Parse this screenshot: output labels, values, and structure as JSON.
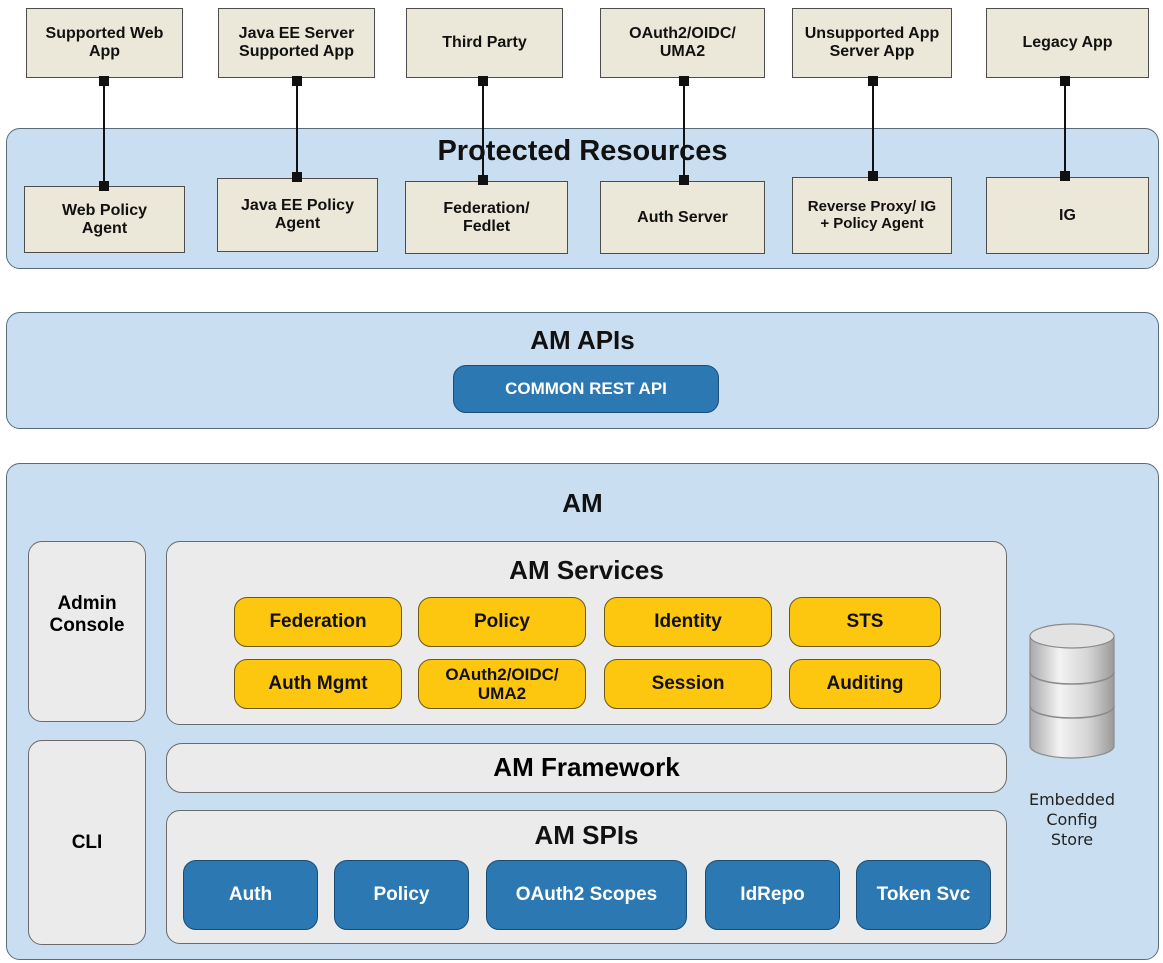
{
  "top_apps": [
    "Supported Web App",
    "Java EE Server Supported App",
    "Third Party",
    "OAuth2/OIDC/ UMA2",
    "Unsupported App Server App",
    "Legacy App"
  ],
  "protected_resources": {
    "title": "Protected Resources",
    "agents": [
      "Web Policy Agent",
      "Java EE Policy Agent",
      "Federation/ Fedlet",
      "Auth Server",
      "Reverse Proxy/ IG + Policy Agent",
      "IG"
    ]
  },
  "am_apis": {
    "title": "AM APIs",
    "common_rest_api": "COMMON REST API"
  },
  "am": {
    "title": "AM",
    "admin_console": "Admin Console",
    "cli": "CLI",
    "services": {
      "title": "AM Services",
      "items": [
        "Federation",
        "Policy",
        "Identity",
        "STS",
        "Auth Mgmt",
        "OAuth2/OIDC/ UMA2",
        "Session",
        "Auditing"
      ]
    },
    "framework": "AM Framework",
    "spis": {
      "title": "AM SPIs",
      "items": [
        "Auth",
        "Policy",
        "OAuth2 Scopes",
        "IdRepo",
        "Token Svc"
      ]
    },
    "config_store_label": "Embedded Config Store"
  },
  "colors": {
    "panel_blue": "#c9dff1",
    "app_beige": "#ece8d9",
    "service_yellow": "#fdc60f",
    "spi_blue": "#2b78b3"
  }
}
